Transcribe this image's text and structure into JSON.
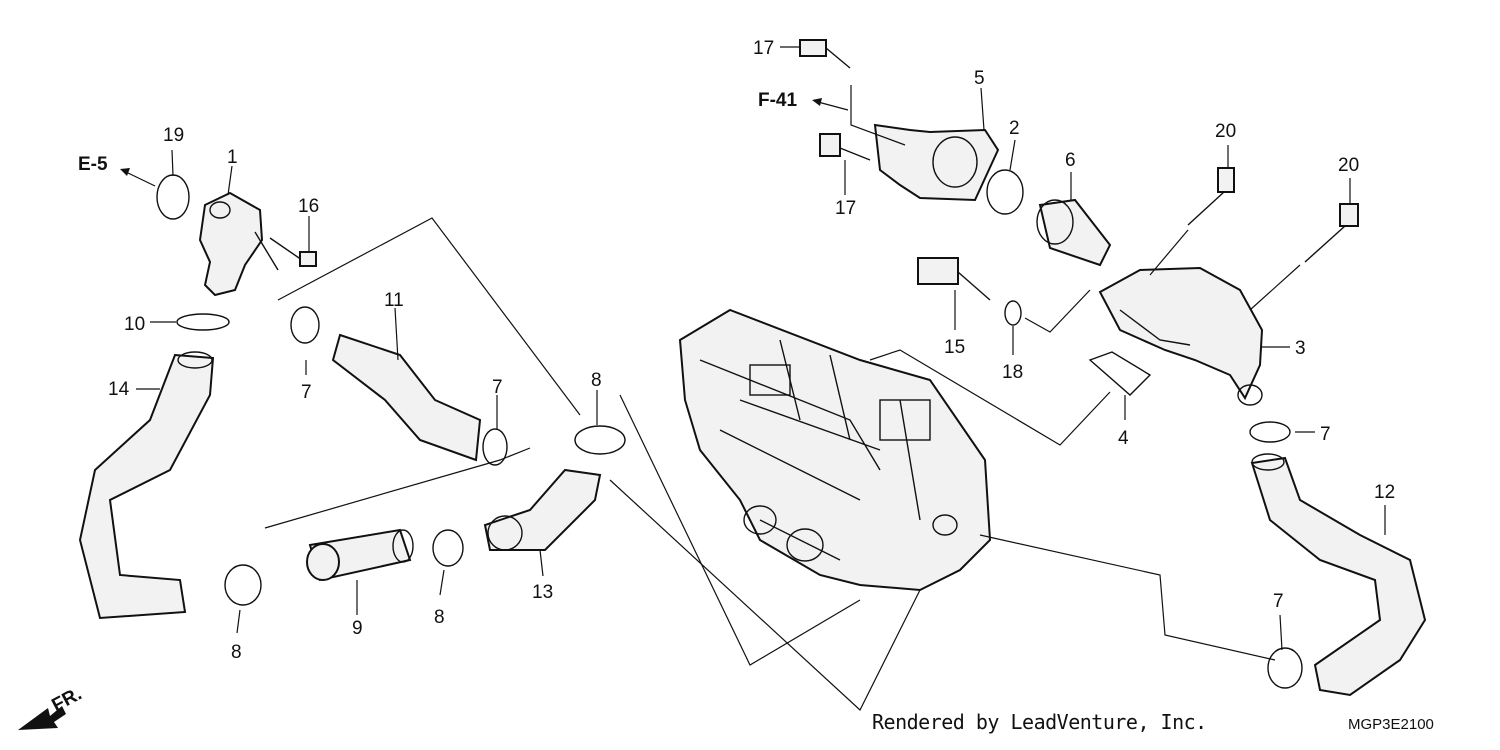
{
  "callouts": {
    "p1": "1",
    "p2": "2",
    "p3": "3",
    "p4": "4",
    "p5": "5",
    "p6": "6",
    "p7a": "7",
    "p7b": "7",
    "p7c": "7",
    "p7d": "7",
    "p8a": "8",
    "p8b": "8",
    "p8c": "8",
    "p9": "9",
    "p10": "10",
    "p11": "11",
    "p12": "12",
    "p13": "13",
    "p14": "14",
    "p15": "15",
    "p16": "16",
    "p17a": "17",
    "p17b": "17",
    "p18": "18",
    "p19": "19",
    "p20a": "20",
    "p20b": "20"
  },
  "refs": {
    "e5": "E-5",
    "f41": "F-41",
    "front": "FR."
  },
  "footer": {
    "credit": "Rendered by LeadVenture, Inc.",
    "code": "MGP3E2100"
  }
}
